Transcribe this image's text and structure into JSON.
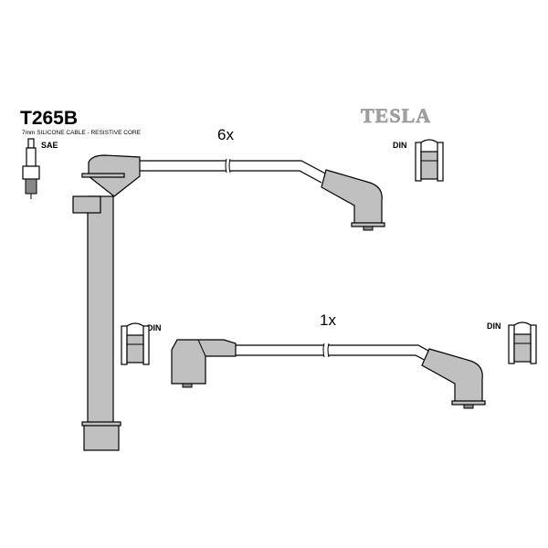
{
  "product_code": "T265B",
  "description": "7mm SILICONE CABLE - RESISTIVE CORE",
  "plug_standard": "SAE",
  "brand_logo": "TESLA",
  "top_set": {
    "quantity": "6x",
    "terminal_label": "DIN"
  },
  "bottom_set": {
    "quantity": "1x",
    "terminal_label": "DIN"
  },
  "middle_terminal_label": "DIN",
  "colors": {
    "part_fill": "#c0c0c0",
    "logo": "#a0a0a0"
  }
}
